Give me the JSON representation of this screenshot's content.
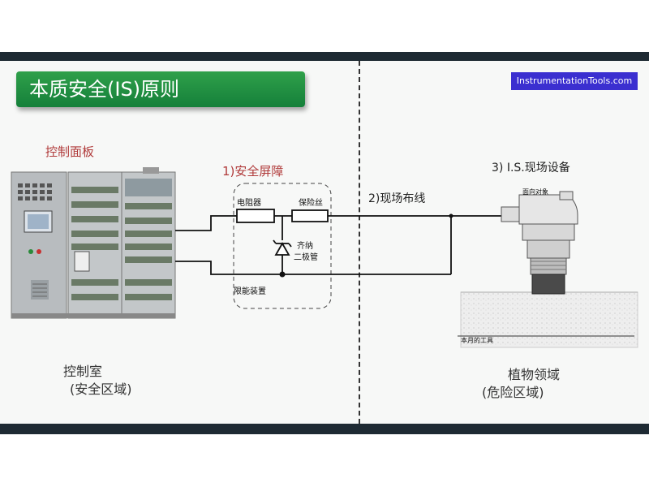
{
  "title": "本质安全(IS)原则",
  "watermark": "InstrumentationTools.com",
  "control_panel_label": "控制面板",
  "barrier": {
    "label": "1)安全屏障",
    "resistor": "电阻器",
    "fuse": "保险丝",
    "zener_line1": "齐纳",
    "zener_line2": "二极管",
    "limiter": "限能装置"
  },
  "field_wiring": "2)现场布线",
  "field_device": {
    "label": "3) I.S.现场设备",
    "face_label": "面向对象",
    "ground_label": "本月的工具"
  },
  "control_room": {
    "line1": "控制室",
    "line2": "(安全区域)"
  },
  "plant_area": {
    "line1": "植物领域",
    "line2": "(危险区域)"
  },
  "colors": {
    "title_bg": "#1f9144",
    "barrier_label": "#b03a3a",
    "watermark_bg": "#3b2fd0",
    "dark_bar": "#1e2a33"
  }
}
